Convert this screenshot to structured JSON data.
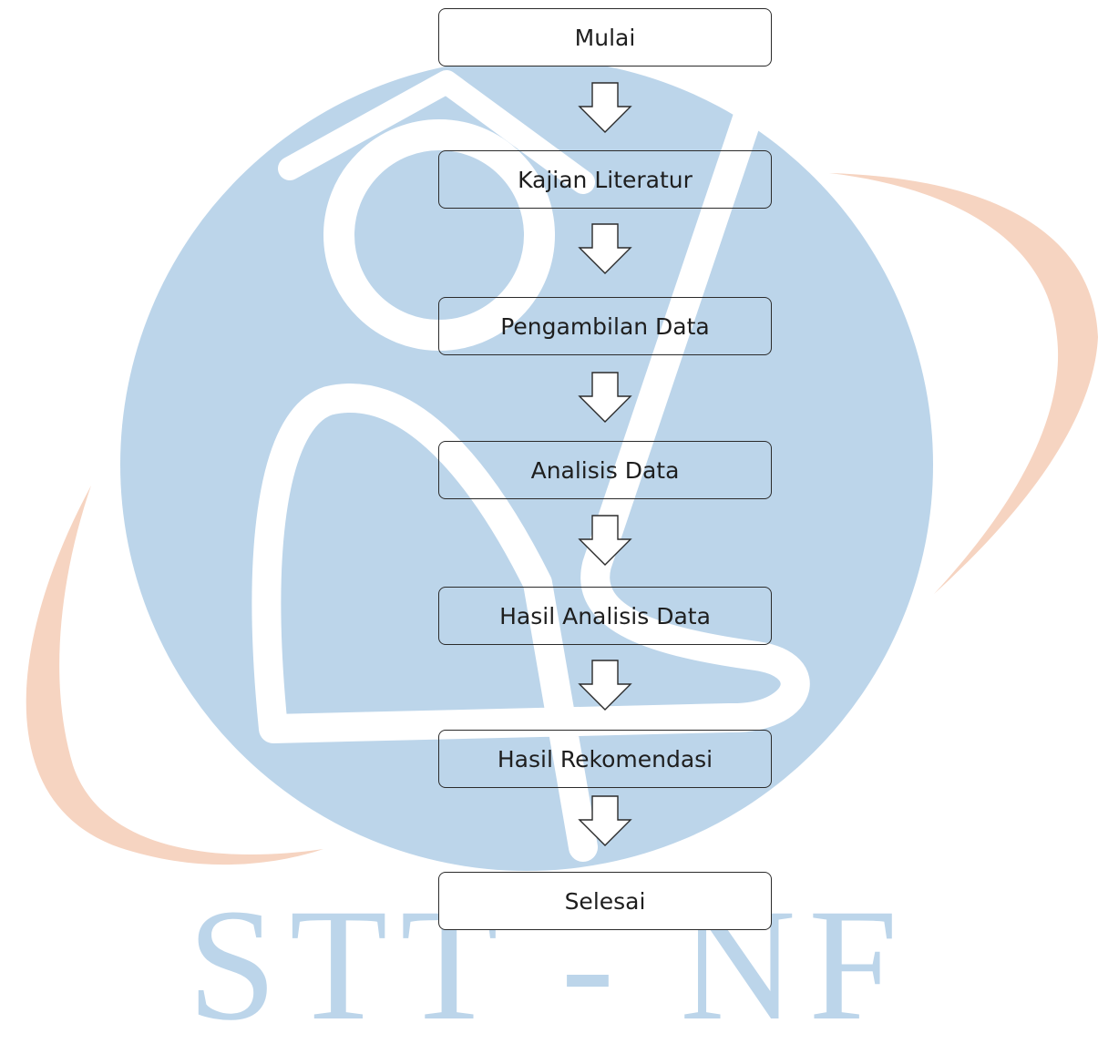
{
  "watermark": {
    "text": "STT - NF",
    "circle_color": "#bcd5ea",
    "arc_color": "#f6d4c1"
  },
  "flowchart": {
    "steps": [
      {
        "label": "Mulai"
      },
      {
        "label": "Kajian Literatur"
      },
      {
        "label": "Pengambilan Data"
      },
      {
        "label": "Analisis Data"
      },
      {
        "label": "Hasil Analisis Data"
      },
      {
        "label": "Hasil Rekomendasi"
      },
      {
        "label": "Selesai"
      }
    ],
    "arrow_icon": "down-arrow-icon"
  }
}
